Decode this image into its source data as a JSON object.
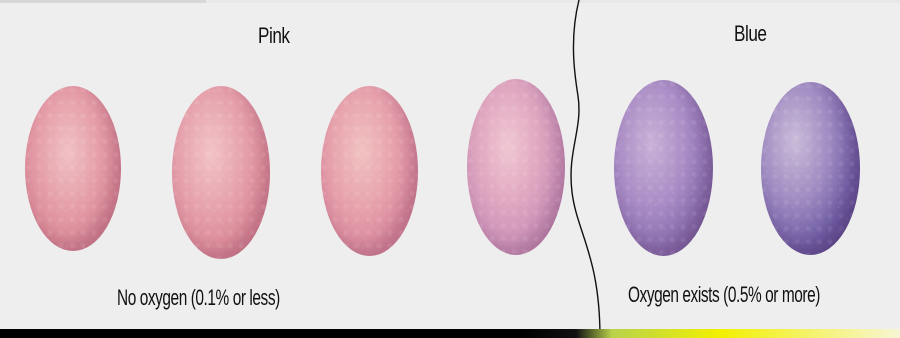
{
  "labels": {
    "pink": "Pink",
    "blue": "Blue",
    "no_oxygen": "No oxygen (0.1% or less)",
    "oxygen_exists": "Oxygen exists (0.5% or more)"
  },
  "colors": {
    "background": "#eeeeee",
    "text": "#111111",
    "divider": "#111111",
    "pink_sample": "#e6a1ab",
    "transition_sample": "#c88eb6",
    "blue_sample": "#6957a0"
  },
  "samples": [
    {
      "name": "pink sample 1"
    },
    {
      "name": "pink sample 2"
    },
    {
      "name": "pink sample 3"
    },
    {
      "name": "pink-purple sample 4"
    },
    {
      "name": "blue sample 5"
    },
    {
      "name": "blue sample 6"
    }
  ]
}
